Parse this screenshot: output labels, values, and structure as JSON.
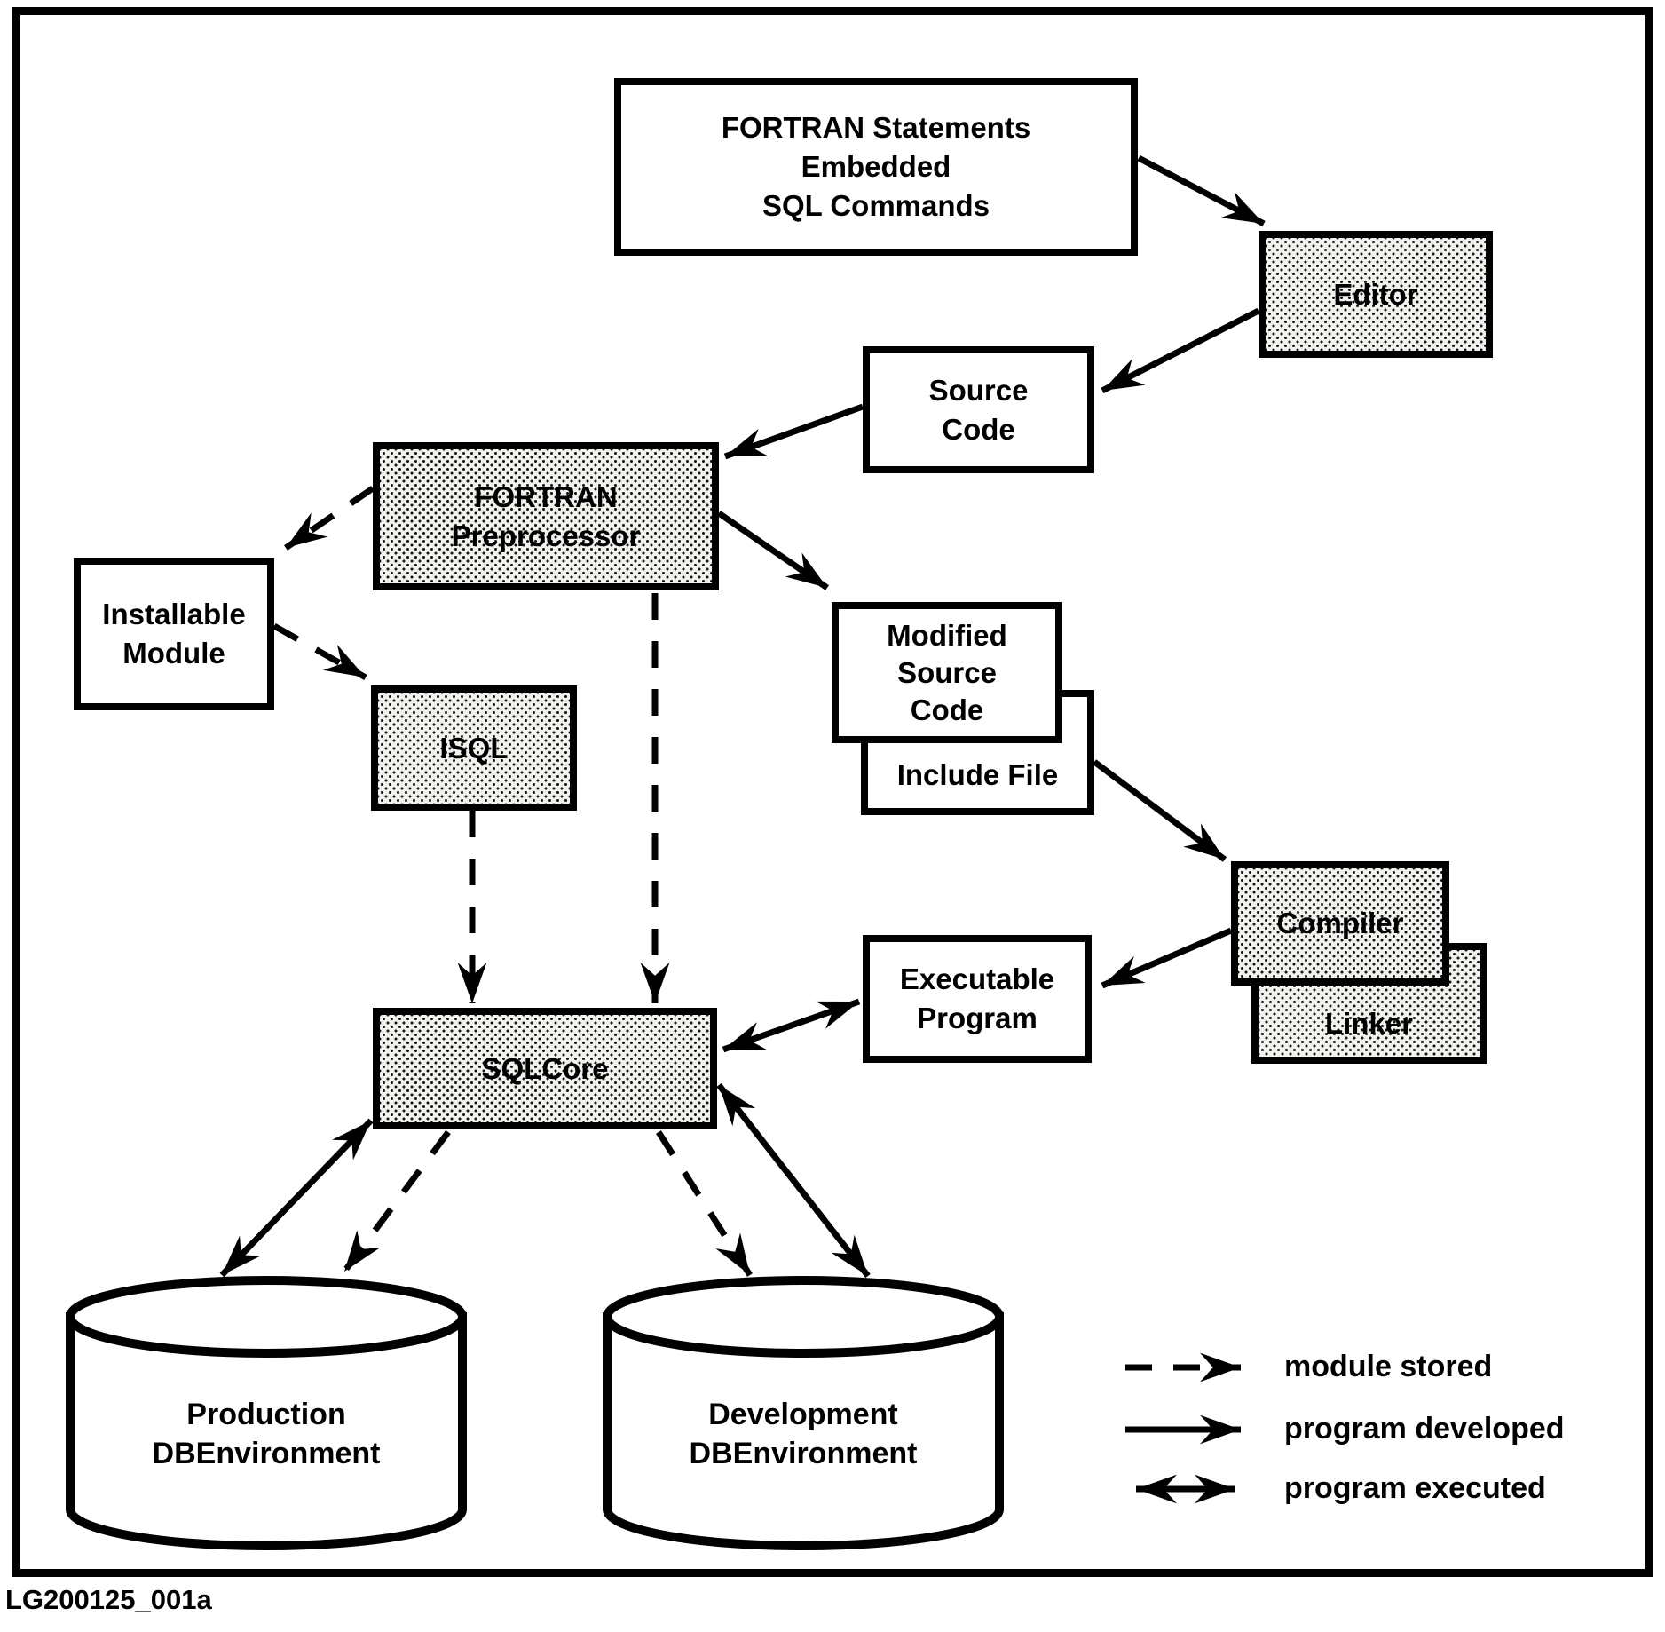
{
  "figure_label": "LG200125_001a",
  "colors": {
    "ink": "#000000",
    "paper": "#ffffff",
    "halftone_fill": "#f1f1ee"
  },
  "nodes": {
    "fortran_statements": {
      "line1": "FORTRAN Statements",
      "line2": "Embedded",
      "line3": "SQL Commands",
      "style": "plain"
    },
    "editor": {
      "line1": "Editor",
      "style": "shaded"
    },
    "source_code": {
      "line1": "Source",
      "line2": "Code",
      "style": "plain"
    },
    "fortran_preprocessor": {
      "line1": "FORTRAN",
      "line2": "Preprocessor",
      "style": "shaded"
    },
    "installable_module": {
      "line1": "Installable",
      "line2": "Module",
      "style": "plain"
    },
    "isql": {
      "line1": "ISQL",
      "style": "shaded"
    },
    "modified_source_code": {
      "line1": "Modified",
      "line2": "Source",
      "line3": "Code",
      "style": "plain"
    },
    "include_file": {
      "line1": "Include File",
      "style": "plain"
    },
    "compiler": {
      "line1": "Compiler",
      "style": "shaded"
    },
    "linker": {
      "line1": "Linker",
      "style": "shaded"
    },
    "executable_program": {
      "line1": "Executable",
      "line2": "Program",
      "style": "plain"
    },
    "sqlcore": {
      "line1": "SQLCore",
      "style": "shaded"
    },
    "production_db": {
      "line1": "Production",
      "line2": "DBEnvironment",
      "shape": "cylinder"
    },
    "development_db": {
      "line1": "Development",
      "line2": "DBEnvironment",
      "shape": "cylinder"
    }
  },
  "edges": [
    {
      "from": "fortran_statements",
      "to": "editor",
      "style": "program_developed"
    },
    {
      "from": "editor",
      "to": "source_code",
      "style": "program_developed"
    },
    {
      "from": "source_code",
      "to": "fortran_preprocessor",
      "style": "program_developed"
    },
    {
      "from": "fortran_preprocessor",
      "to": "installable_module",
      "style": "module_stored"
    },
    {
      "from": "installable_module",
      "to": "isql",
      "style": "module_stored"
    },
    {
      "from": "fortran_preprocessor",
      "to": "modified_source_code",
      "style": "program_developed"
    },
    {
      "from": "fortran_preprocessor",
      "to": "sqlcore",
      "style": "module_stored"
    },
    {
      "from": "isql",
      "to": "sqlcore",
      "style": "module_stored"
    },
    {
      "from": "include_file",
      "to": "compiler",
      "style": "program_developed"
    },
    {
      "from": "compiler",
      "to": "executable_program",
      "style": "program_developed"
    },
    {
      "from": "executable_program",
      "to": "sqlcore",
      "style": "program_executed"
    },
    {
      "from": "sqlcore",
      "to": "production_db",
      "style": "program_executed"
    },
    {
      "from": "sqlcore",
      "to": "production_db",
      "style": "module_stored"
    },
    {
      "from": "sqlcore",
      "to": "development_db",
      "style": "module_stored"
    },
    {
      "from": "sqlcore",
      "to": "development_db",
      "style": "program_executed"
    }
  ],
  "legend": {
    "module_stored": "module stored",
    "program_developed": "program developed",
    "program_executed": "program executed"
  }
}
